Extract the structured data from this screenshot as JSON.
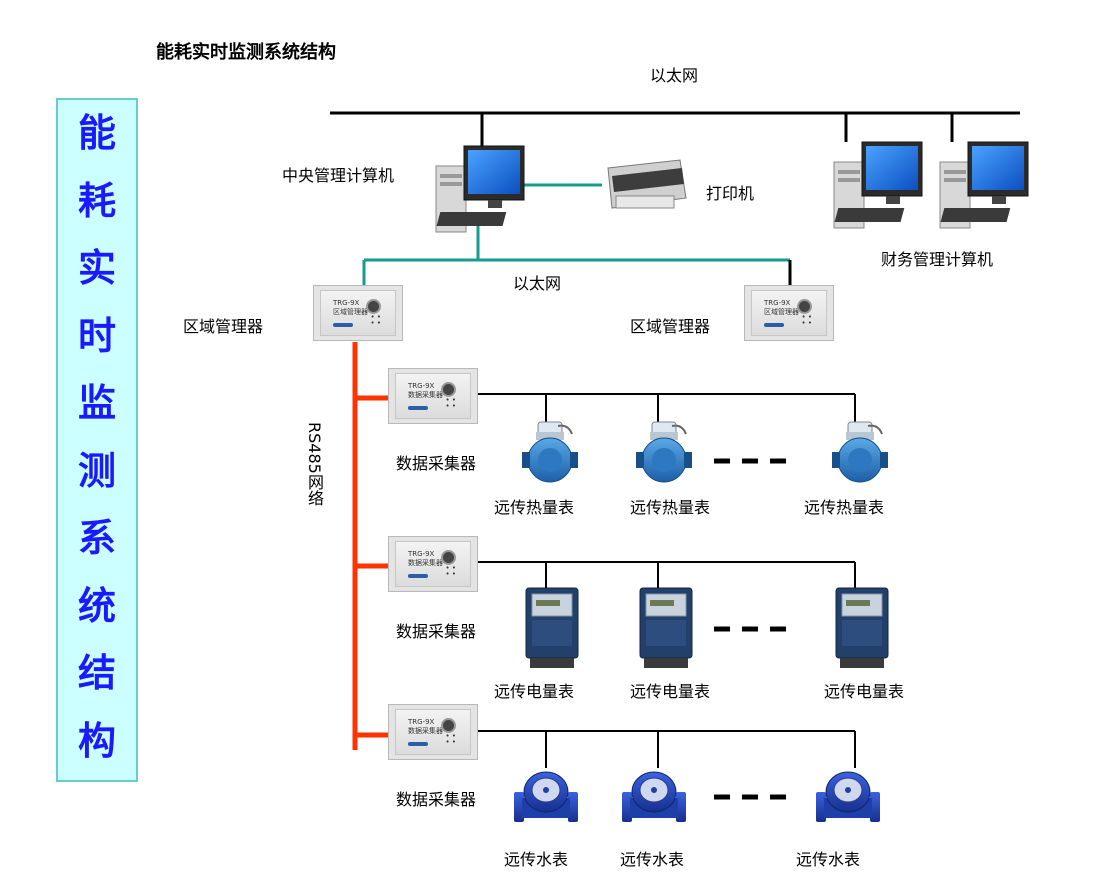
{
  "heading": "能耗实时监测系统结构",
  "side_title": [
    "能",
    "耗",
    "实",
    "时",
    "监",
    "测",
    "系",
    "统",
    "结",
    "构"
  ],
  "labels": {
    "ethernet_top": "以太网",
    "ethernet_mid": "以太网",
    "central_computer": "中央管理计算机",
    "printer": "打印机",
    "finance_computer": "财务管理计算机",
    "zone_manager_left": "区域管理器",
    "zone_manager_right": "区域管理器",
    "rs485": "RS485网络",
    "collector_1": "数据采集器",
    "collector_2": "数据采集器",
    "collector_3": "数据采集器",
    "heat_meter": [
      "远传热量表",
      "远传热量表",
      "远传热量表"
    ],
    "electric_meter": [
      "远传电量表",
      "远传电量表",
      "远传电量表"
    ],
    "water_meter": [
      "远传水表",
      "远传水表",
      "远传水表"
    ]
  },
  "device_face": {
    "zone_manager": [
      "TRG-9X",
      "区域管理器"
    ],
    "collector": [
      "TRG-9X",
      "数据采集器"
    ]
  },
  "colors": {
    "side_bg": "#ccffff",
    "side_text": "#1a1aff",
    "teal_line": "#169b8f",
    "rs485_line": "#ff3300",
    "bus_line": "#000000"
  }
}
